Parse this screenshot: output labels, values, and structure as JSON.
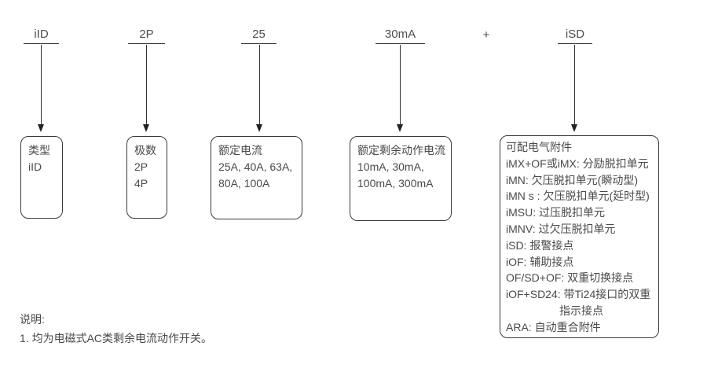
{
  "diagram": {
    "columns": [
      {
        "code": "iID",
        "box_title": "类型",
        "box_lines": [
          "iID"
        ]
      },
      {
        "code": "2P",
        "box_title": "极数",
        "box_lines": [
          "2P",
          "4P"
        ]
      },
      {
        "code": "25",
        "box_title": "额定电流",
        "box_lines": [
          "25A, 40A, 63A,",
          "80A, 100A"
        ]
      },
      {
        "code": "30mA",
        "box_title": "额定剩余动作电流",
        "box_lines": [
          "10mA, 30mA,",
          "100mA, 300mA"
        ]
      },
      {
        "code": "iSD",
        "box_title": "可配电气附件",
        "box_lines": [
          "iMX+OF或iMX: 分励脱扣单元",
          "iMN: 欠压脱扣单元(瞬动型)",
          "iMN s : 欠压脱扣单元(延时型)",
          "iMSU: 过压脱扣单元",
          "iMNV: 过欠压脱扣单元",
          "iSD: 报警接点",
          "iOF: 辅助接点",
          "OF/SD+OF: 双重切换接点",
          "iOF+SD24: 带Ti24接口的双重",
          "指示接点",
          "ARA: 自动重合附件"
        ]
      }
    ],
    "separator": "+",
    "notes": {
      "title": "说明:",
      "items": [
        "1. 均为电磁式AC类剩余电流动作开关。"
      ]
    },
    "colors": {
      "text": "#4a4a4a",
      "line": "#333333",
      "background": "#ffffff"
    }
  }
}
